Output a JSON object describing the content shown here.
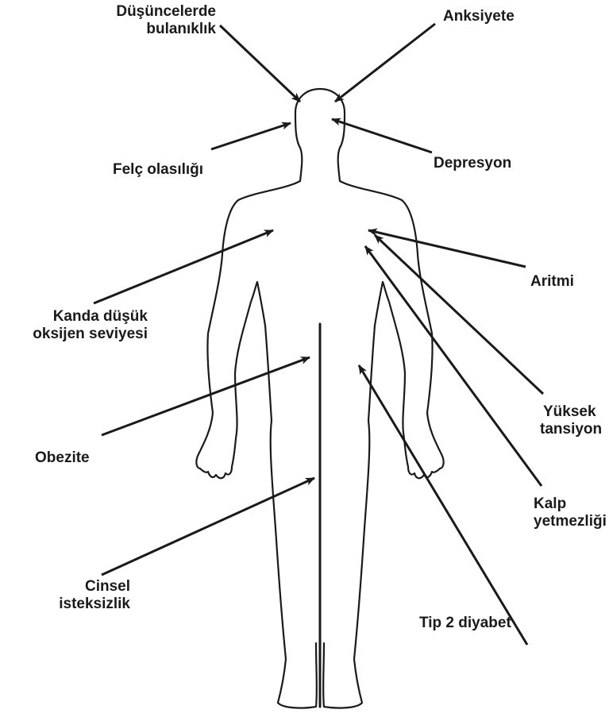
{
  "labels": {
    "dusunce": [
      "Düşüncelerde",
      "bulanıklık"
    ],
    "anksiyete": [
      "Anksiyete"
    ],
    "felc": [
      "Felç olasılığı"
    ],
    "depresyon": [
      "Depresyon"
    ],
    "aritmi": [
      "Aritmi"
    ],
    "kanda": [
      "Kanda düşük",
      "oksijen seviyesi"
    ],
    "yuksek": [
      "Yüksek",
      "tansiyon"
    ],
    "obezite": [
      "Obezite"
    ],
    "kalp": [
      "Kalp",
      "yetmezliği"
    ],
    "cinsel": [
      "Cinsel",
      "isteksizlik"
    ],
    "tip2": [
      "Tip 2 diyabet"
    ]
  },
  "colors": {
    "ink": "#1a1a1a",
    "background": "#ffffff"
  }
}
